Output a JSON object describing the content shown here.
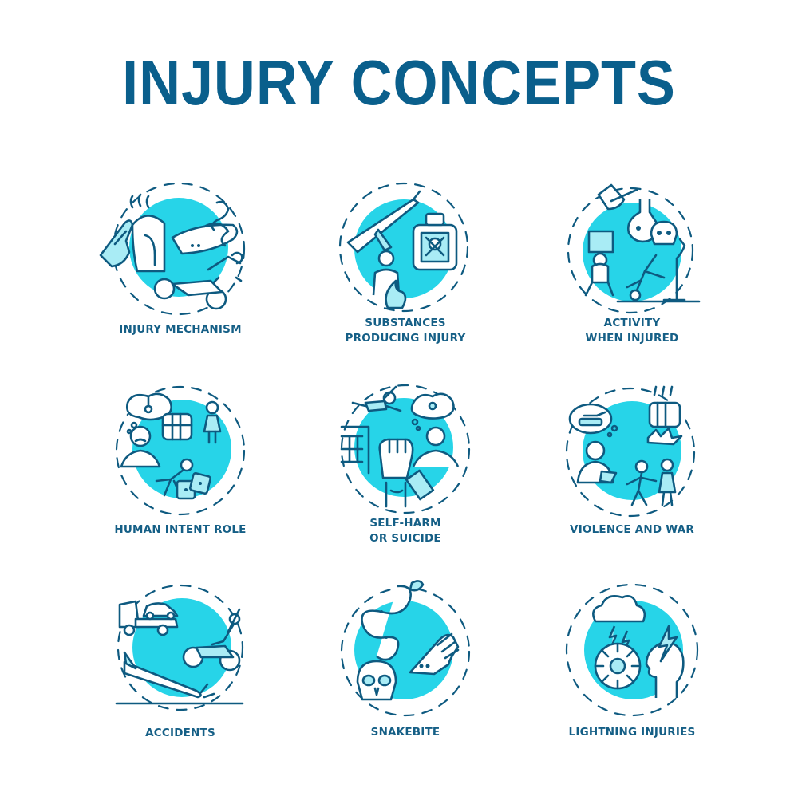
{
  "title": "INJURY CONCEPTS",
  "colors": {
    "title": "#0a5f8c",
    "label": "#155f86",
    "outline": "#0e5a80",
    "accent_circle": "#27d4e8",
    "light_fill": "#a9ecf5",
    "background": "#ffffff"
  },
  "concepts": [
    {
      "label_lines": [
        "INJURY MECHANISM"
      ],
      "icons": [
        "hand-icon",
        "iron-icon",
        "snake-icon",
        "motorcycle-crash-icon"
      ]
    },
    {
      "label_lines": [
        "SUBSTANCES",
        "PRODUCING INJURY"
      ],
      "icons": [
        "rifle-icon",
        "poison-bottle-icon",
        "person-icon",
        "fire-icon"
      ]
    },
    {
      "label_lines": [
        "ACTIVITY",
        "WHEN INJURED"
      ],
      "icons": [
        "hand-with-pen-icon",
        "poison-flask-icon",
        "skull-icon",
        "person-lifting-icon",
        "falling-person-icon",
        "cliff-icon"
      ]
    },
    {
      "label_lines": [
        "HUMAN INTENT ROLE"
      ],
      "icons": [
        "sad-person-icon",
        "noose-thought-icon",
        "fist-icon",
        "woman-icon",
        "falling-person-icon",
        "dice-icon"
      ]
    },
    {
      "label_lines": [
        "SELF-HARM",
        "OR SUICIDE"
      ],
      "icons": [
        "jumping-person-icon",
        "building-icon",
        "fist-icon",
        "razor-blade-icon",
        "sad-person-icon",
        "noose-thought-icon"
      ]
    },
    {
      "label_lines": [
        "VIOLENCE AND WAR"
      ],
      "icons": [
        "tank-thought-icon",
        "injured-soldier-icon",
        "punch-icon",
        "soldier-icon",
        "woman-icon"
      ]
    },
    {
      "label_lines": [
        "ACCIDENTS"
      ],
      "icons": [
        "tow-truck-icon",
        "car-icon",
        "motorcycle-crash-icon",
        "plane-crash-icon"
      ]
    },
    {
      "label_lines": [
        "SNAKEBITE"
      ],
      "icons": [
        "snake-icon",
        "hand-bite-icon",
        "skull-icon"
      ]
    },
    {
      "label_lines": [
        "LIGHTNING INJURIES"
      ],
      "icons": [
        "storm-cloud-icon",
        "lightning-bolt-icon",
        "eye-burn-icon",
        "head-lightning-icon"
      ]
    }
  ]
}
